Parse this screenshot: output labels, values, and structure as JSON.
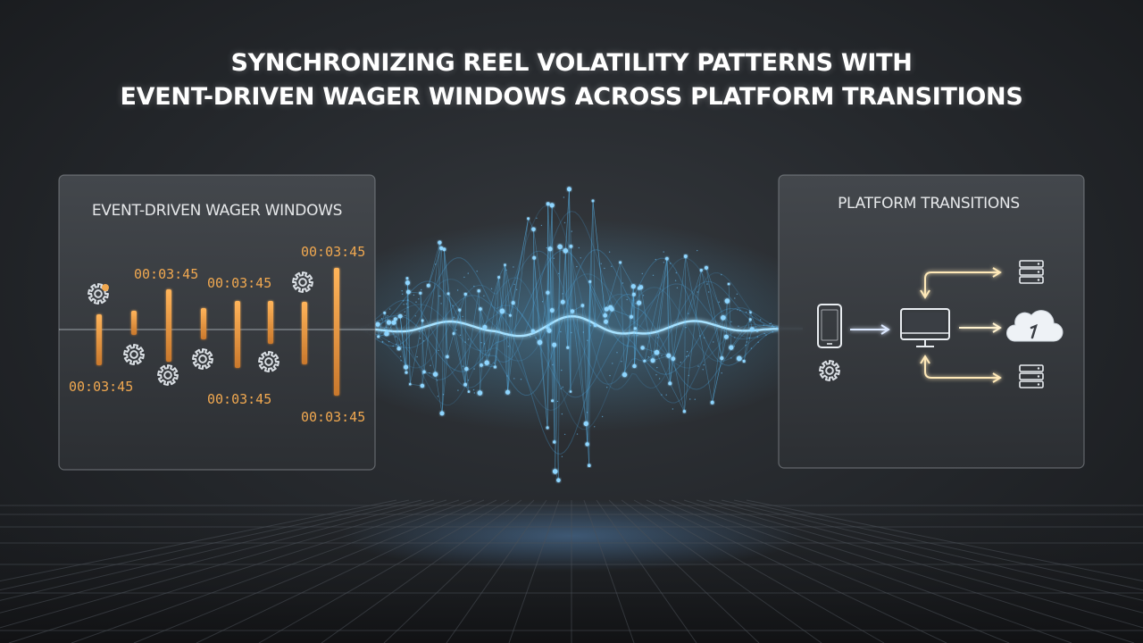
{
  "title": {
    "line1": "SYNCHRONIZING REEL VOLATILITY PATTERNS WITH",
    "line2": "EVENT-DRIVEN WAGER WINDOWS ACROSS PLATFORM TRANSITIONS"
  },
  "left_panel": {
    "title": "EVENT-DRIVEN WAGER WINDOWS",
    "timers": [
      "00:03:45",
      "00:03:45",
      "00:03:45",
      "00:03:45",
      "00:03:45",
      "00:03:45"
    ]
  },
  "right_panel": {
    "title": "PLATFORM TRANSITIONS",
    "icons": [
      "phone-icon",
      "gear-icon",
      "monitor-icon",
      "cloud-icon",
      "server-icon",
      "server-icon"
    ]
  },
  "colors": {
    "accent_orange": "#f0a850",
    "wave_blue": "#4fb8ff",
    "background": "#24272b"
  }
}
